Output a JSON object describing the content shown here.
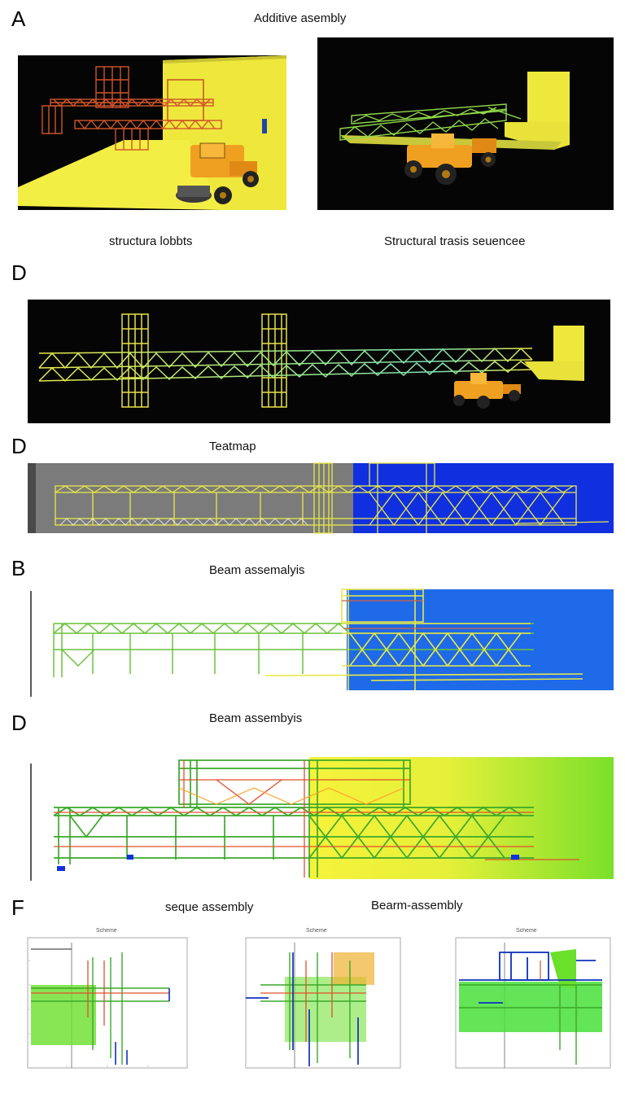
{
  "panel_letters": [
    "A",
    "D",
    "D",
    "B",
    "D",
    "F"
  ],
  "captions": {
    "top_title": "Additive asembly",
    "left_label": "structura lobbts",
    "right_label": "Structural trasis seuencee",
    "heatmap_title": "Teatmap",
    "beam_b_title": "Beam assemalyis",
    "beam_d_title": "Beam assembyis",
    "f_left_title": "seque assembly",
    "f_right_title": "Bearm-assembly"
  },
  "mini_plot_titles": [
    "Scheme",
    "Scheme",
    "Scheme"
  ],
  "colors": {
    "scene_bg": "#050505",
    "yellow": "#f2ee3a",
    "truss_yellow": "#e8e84a",
    "truss_green": "#4cbf3a",
    "blue": "#1030e0",
    "grey": "#7b7b7b",
    "orange_frame": "#d2552a",
    "vehicle_orange": "#f0a020",
    "lime_bg": "#7be02a"
  },
  "icons": [
    "vehicle-icon"
  ]
}
